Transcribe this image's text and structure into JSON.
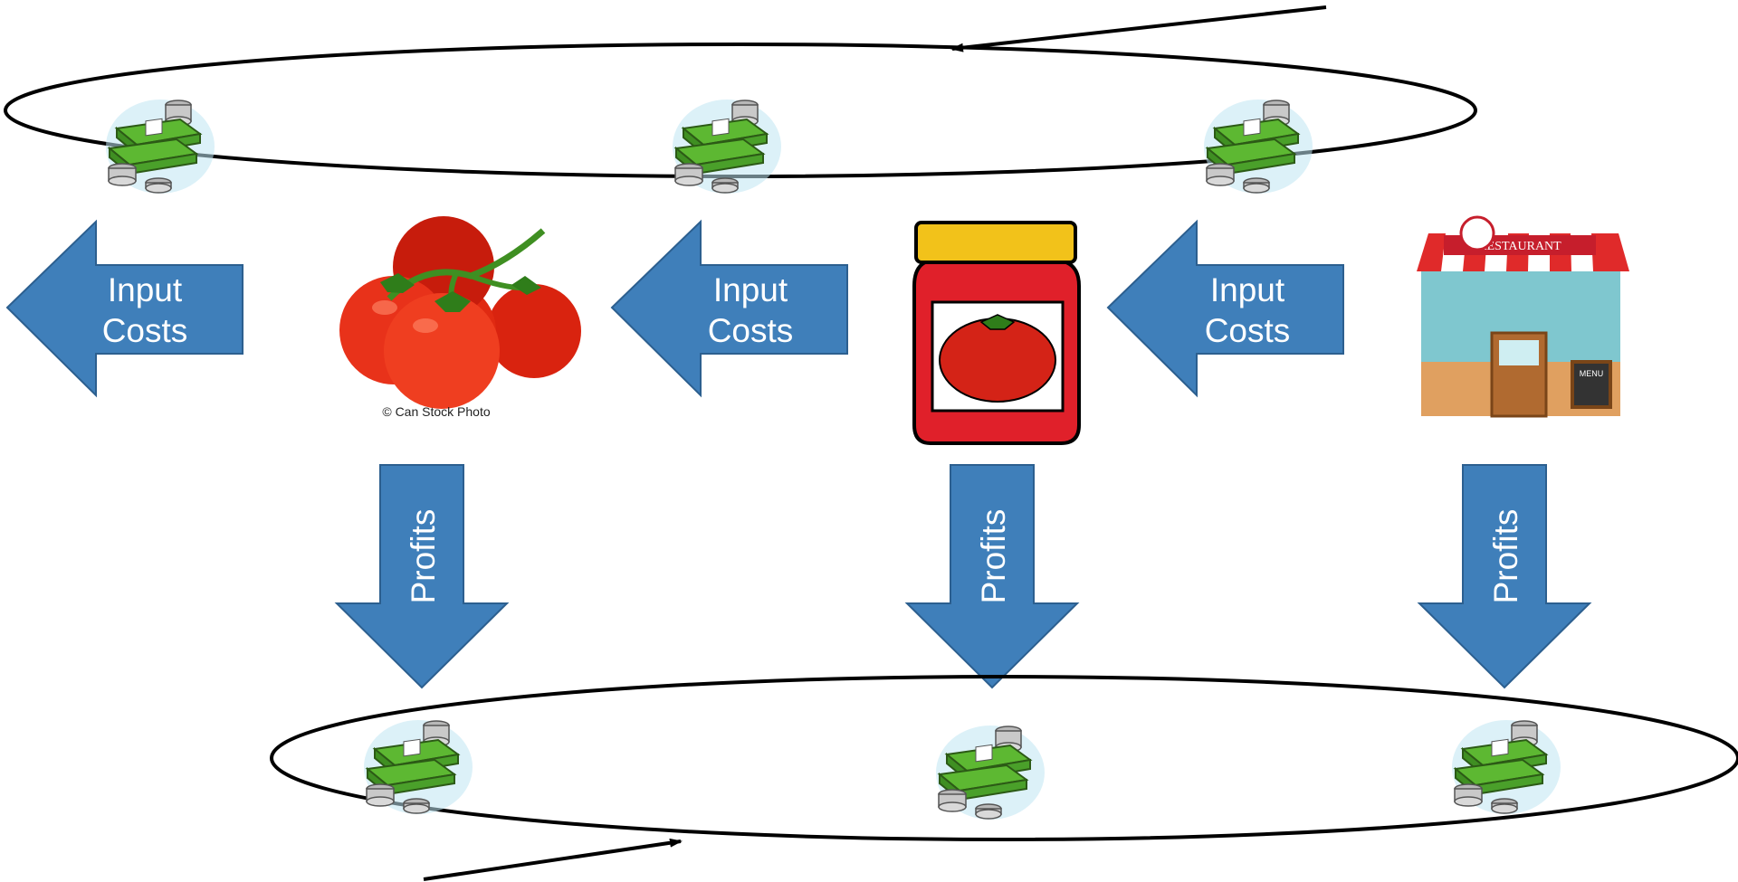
{
  "colors": {
    "arrow_fill": "#3f7fba",
    "arrow_stroke": "#2c5f8f",
    "ellipse": "#000000",
    "money_green": "#3f9a2a"
  },
  "input_costs_arrows": [
    {
      "line1": "Input",
      "line2": "Costs"
    },
    {
      "line1": "Input",
      "line2": "Costs"
    },
    {
      "line1": "Input",
      "line2": "Costs"
    }
  ],
  "profits_arrows": [
    {
      "label": "Profits"
    },
    {
      "label": "Profits"
    },
    {
      "label": "Profits"
    }
  ],
  "tomato": {
    "credit": "© Can Stock Photo",
    "icon": "tomatoes-icon"
  },
  "jar": {
    "icon": "tomato-sauce-jar-icon"
  },
  "restaurant": {
    "sign": "RESTAURANT",
    "menu_board": "MENU",
    "icon": "restaurant-storefront-icon"
  },
  "money_icon": "money-stack-icon"
}
